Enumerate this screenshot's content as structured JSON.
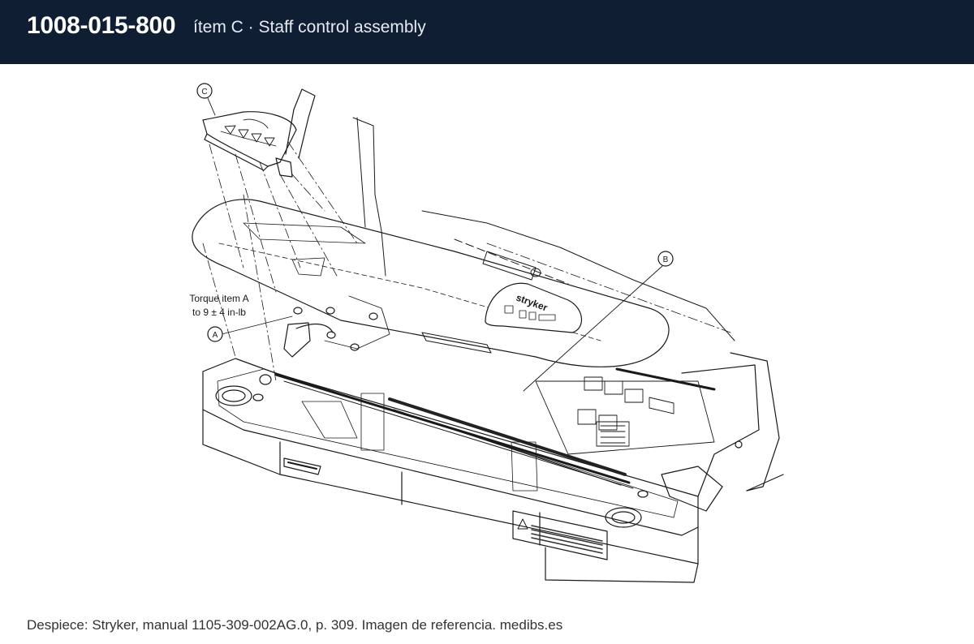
{
  "header": {
    "part_number": "1008-015-800",
    "subtitle": "ítem C · Staff control assembly"
  },
  "drawing": {
    "callouts": [
      "A",
      "B",
      "C"
    ],
    "torque_note_line1": "Torque item A",
    "torque_note_line2": "to 9 ± 4 in-lb",
    "brand_text": "stryker"
  },
  "caption": "Despiece: Stryker, manual 1105-309-002AG.0, p. 309. Imagen de referencia. medibs.es",
  "colors": {
    "header_bg": "#0f1e33",
    "header_text": "#ffffff",
    "line_art": "#1a1a1a"
  }
}
